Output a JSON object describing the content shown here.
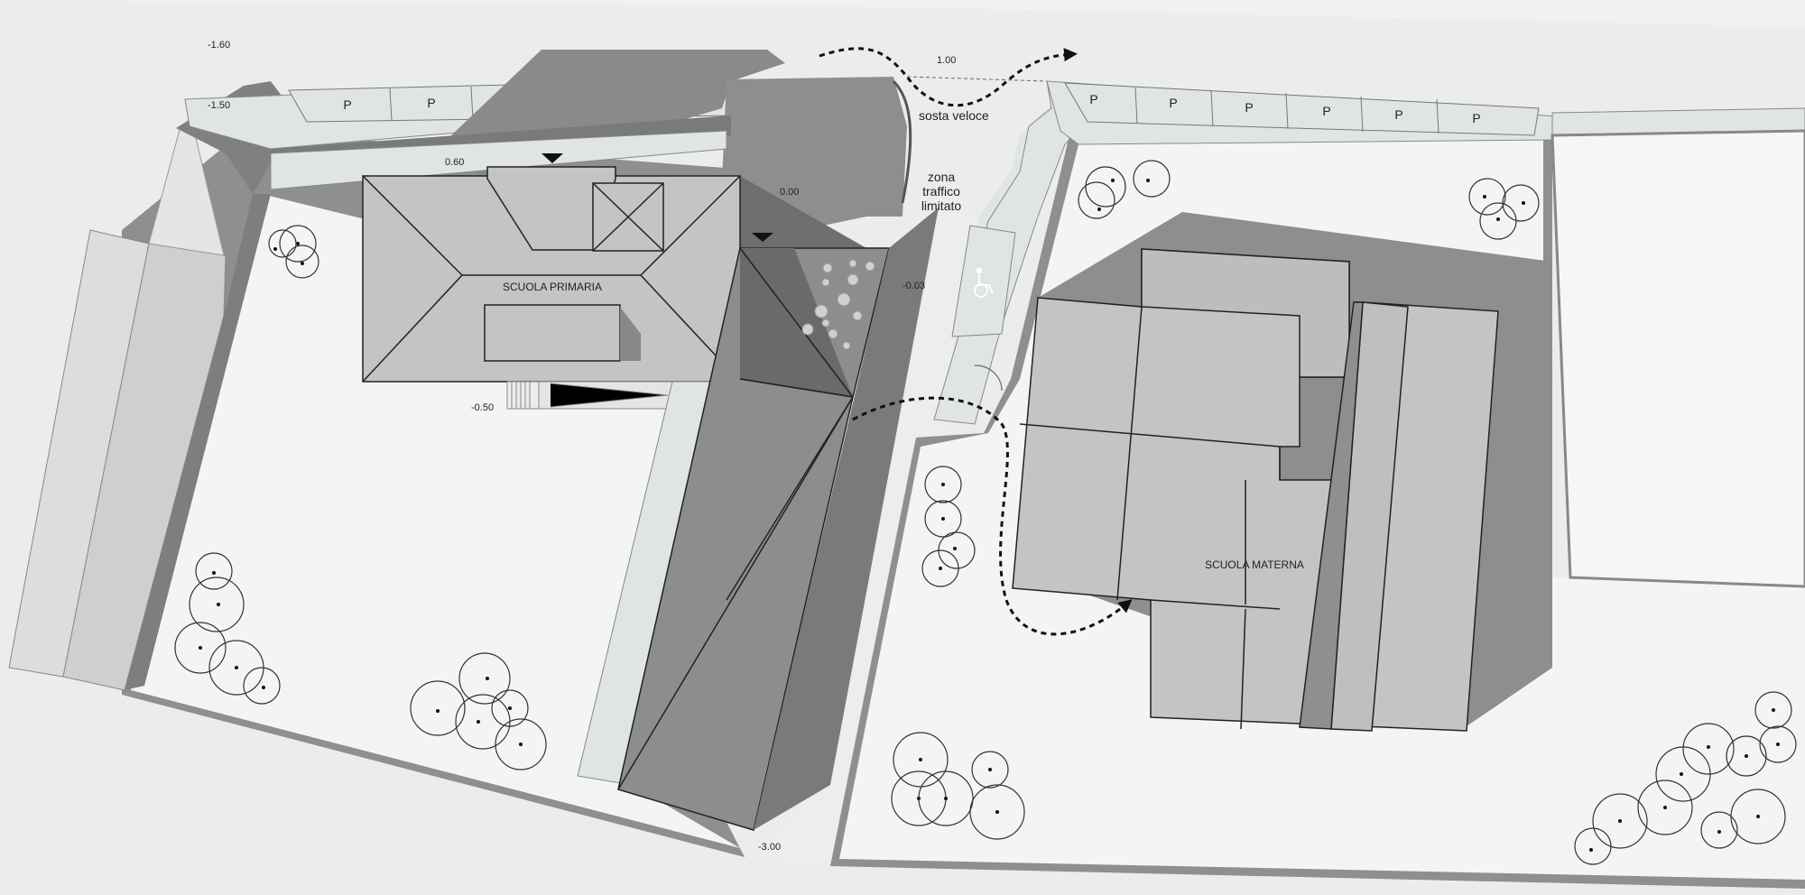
{
  "buildings": {
    "primary": "SCUOLA PRIMARIA",
    "nursery": "SCUOLA MATERNA"
  },
  "road_labels": {
    "quick_stop": "sosta veloce",
    "limited_traffic": [
      "zona",
      "traffico",
      "limitato"
    ]
  },
  "parking_symbol": "P",
  "elevations": [
    "-1.60",
    "-1.50",
    "0.60",
    "0.00",
    "-0.03",
    "-0.50",
    "1.00",
    "-3.00"
  ],
  "icons": {
    "accessibility": "wheelchair-icon",
    "entrance_marker": "triangle-marker-icon",
    "flow": "dashed-arrow-icon",
    "tree": "tree-icon"
  },
  "colors": {
    "road": "#eeeeee",
    "ground": "#f4f4f4",
    "shadow": "#8f8f8f",
    "roof": "#c4c4c4",
    "pathway": "#dfe5e2",
    "paving": "#8d8d8d"
  }
}
